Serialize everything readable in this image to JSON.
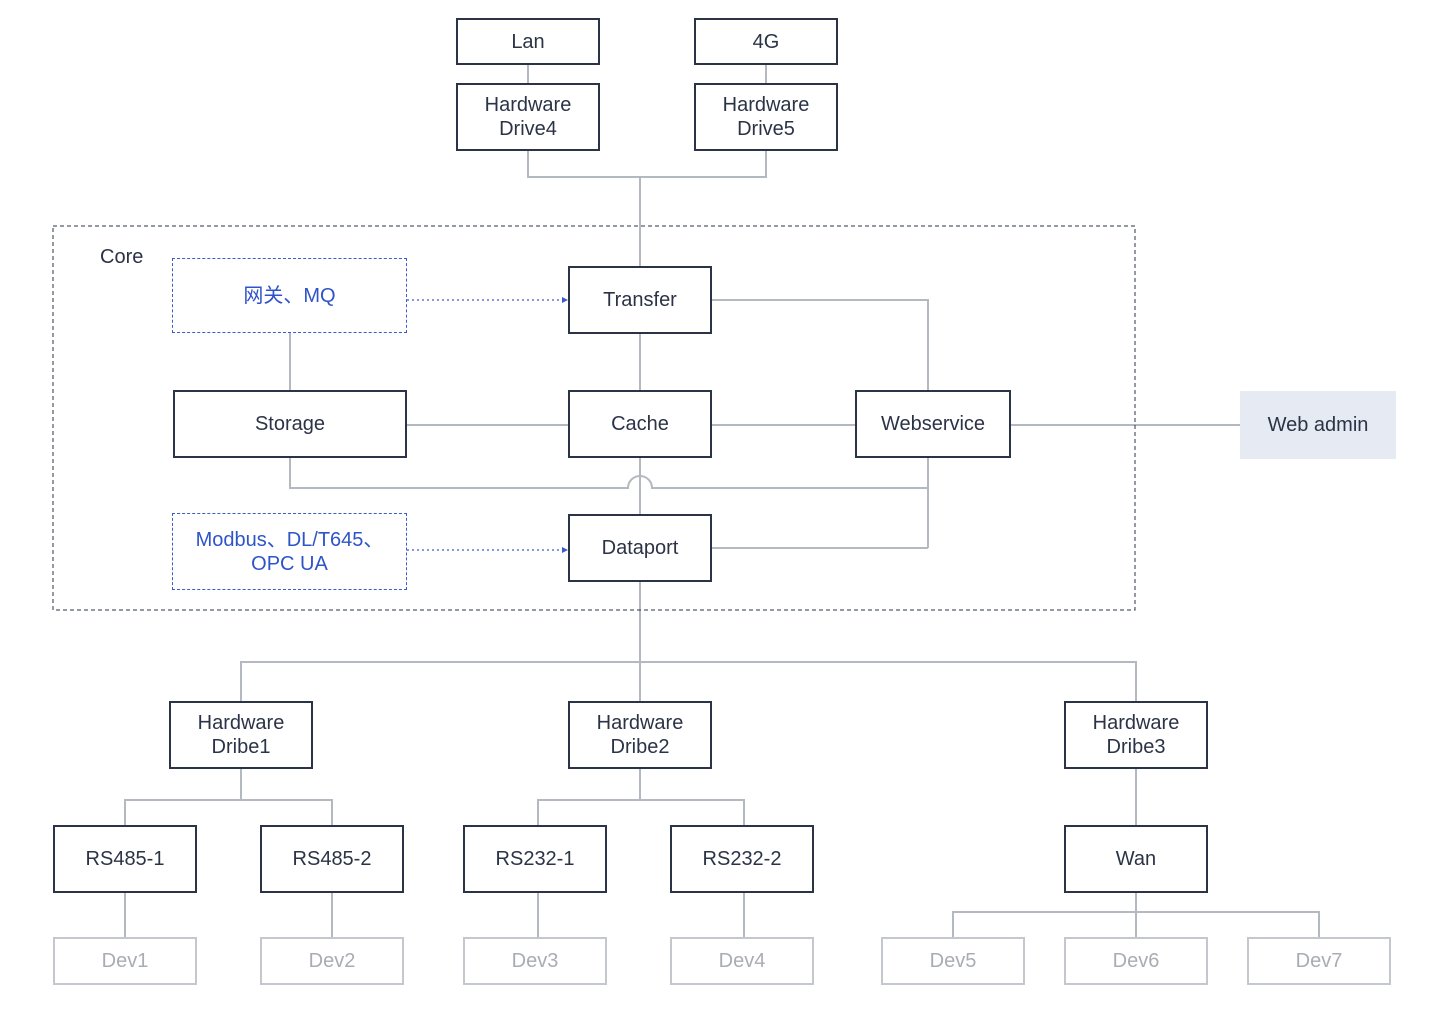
{
  "core_label": "Core",
  "nodes": {
    "lan": "Lan",
    "g4": "4G",
    "drive4": "Hardware\nDrive4",
    "drive5": "Hardware\nDrive5",
    "transfer": "Transfer",
    "storage": "Storage",
    "cache": "Cache",
    "webservice": "Webservice",
    "dataport": "Dataport",
    "web_admin": "Web admin",
    "dribe1": "Hardware\nDribe1",
    "dribe2": "Hardware\nDribe2",
    "dribe3": "Hardware\nDribe3",
    "rs485_1": "RS485-1",
    "rs485_2": "RS485-2",
    "rs232_1": "RS232-1",
    "rs232_2": "RS232-2",
    "wan": "Wan",
    "dev1": "Dev1",
    "dev2": "Dev2",
    "dev3": "Dev3",
    "dev4": "Dev4",
    "dev5": "Dev5",
    "dev6": "Dev6",
    "dev7": "Dev7"
  },
  "notes": {
    "gateway": "网关、MQ",
    "protocols": "Modbus、DL/T645、\nOPC UA"
  },
  "colors": {
    "node_border": "#2b3346",
    "connector": "#b4b9c1",
    "device_border": "#c4c8ce",
    "note_accent": "#2f54c9",
    "admin_fill": "#e6eaf2"
  }
}
